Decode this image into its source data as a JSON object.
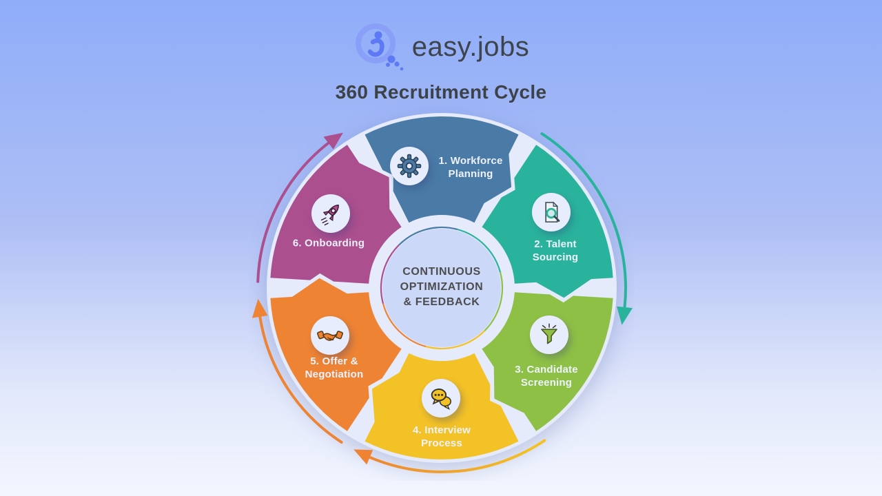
{
  "background": {
    "top": "#8fadf9",
    "bottom": "#f3f6fe"
  },
  "logo": {
    "brand": "easy.jobs",
    "icon": "magnifier-person-icon",
    "icon_color": "#5d79f3",
    "glass_color": "#8aa0f8",
    "text_color": "#3e444b"
  },
  "title": {
    "text": "360 Recruitment Cycle",
    "color": "#3d4247"
  },
  "hub": {
    "lines": [
      "CONTINUOUS",
      "OPTIMIZATION",
      "& FEEDBACK"
    ],
    "text_color": "#4c4c4f",
    "fill": "#ccd8f7"
  },
  "wheel": {
    "backing_color": "#e5ebfb",
    "segments": [
      {
        "num": "1",
        "label": "1. Workforce Planning",
        "color": "#4a7aa6",
        "icon": "gear-icon"
      },
      {
        "num": "2",
        "label": "2. Talent Sourcing",
        "color": "#2ab39c",
        "icon": "document-search-icon"
      },
      {
        "num": "3",
        "label": "3. Candidate Screening",
        "color": "#8fc046",
        "icon": "funnel-icon"
      },
      {
        "num": "4",
        "label": "4. Interview Process",
        "color": "#f3c226",
        "icon": "chat-bubbles-icon"
      },
      {
        "num": "5",
        "label": "5. Offer & Negotiation",
        "color": "#ee8433",
        "icon": "handshake-icon"
      },
      {
        "num": "6",
        "label": "6. Onboarding",
        "color": "#ab4f8f",
        "icon": "rocket-icon"
      }
    ],
    "outer_arrows": [
      {
        "color": "#2ab39c",
        "from_deg": 33,
        "to_deg": 96
      },
      {
        "color_start": "#f3c226",
        "color_end": "#ee8433",
        "from_deg": 146,
        "to_deg": 203
      },
      {
        "color": "#ee8433",
        "from_deg": 213,
        "to_deg": 261
      },
      {
        "color": "#ab4f8f",
        "from_deg": 272,
        "to_deg": 322
      }
    ]
  }
}
